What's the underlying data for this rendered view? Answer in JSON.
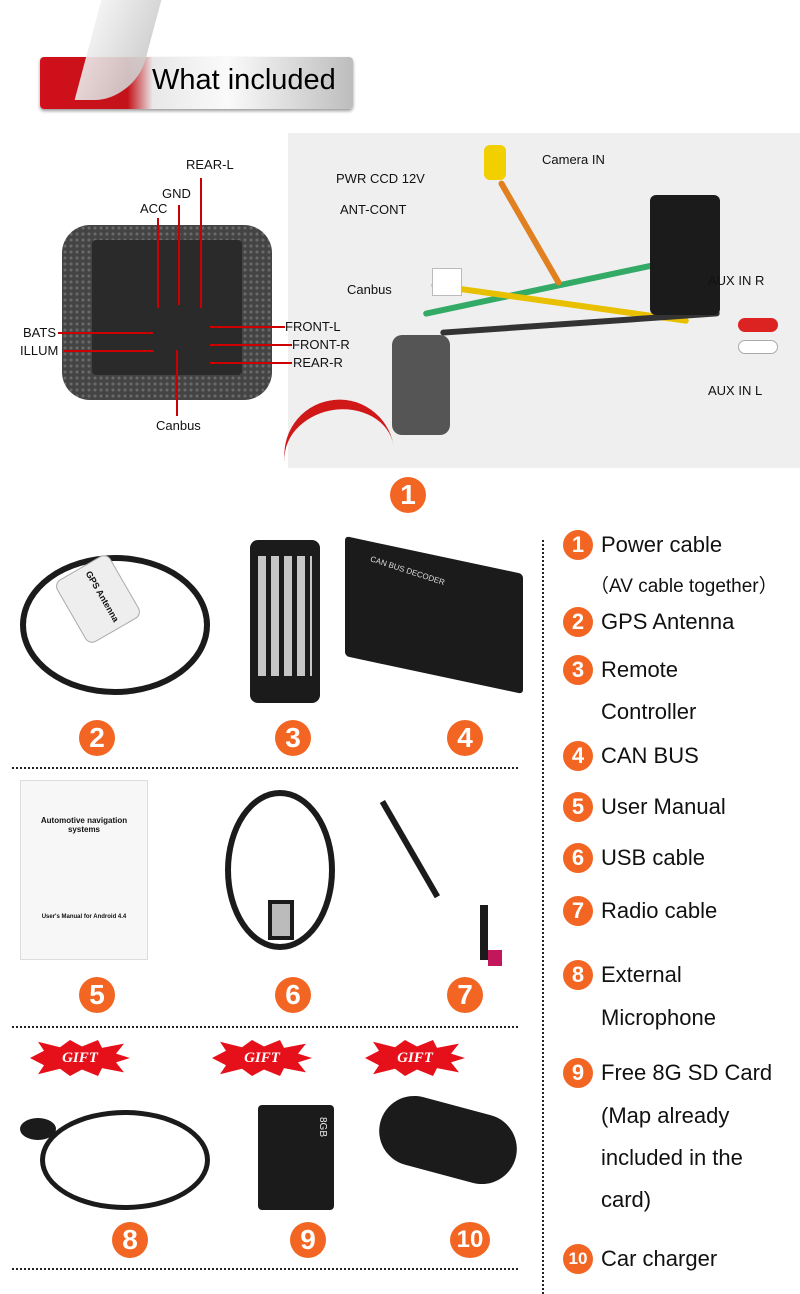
{
  "header": {
    "title": "What included"
  },
  "connector_labels": {
    "rear_l": "REAR-L",
    "gnd": "GND",
    "acc": "ACC",
    "bats": "BATS",
    "illum": "ILLUM",
    "front_l": "FRONT-L",
    "front_r": "FRONT-R",
    "rear_r": "REAR-R",
    "canbus": "Canbus"
  },
  "harness_labels": {
    "pwr_ccd": "PWR CCD 12V",
    "camera_in": "Camera IN",
    "ant_cont": "ANT-CONT",
    "canbus": "Canbus",
    "aux_in_r": "AUX IN R",
    "aux_in_l": "AUX IN L"
  },
  "product_texts": {
    "gps_label": "GPS Antenna",
    "canbus_box": "CAN BUS DECODER",
    "manual_title": "Automotive navigation systems",
    "manual_sub": "User's Manual for Android 4.4",
    "sd_size": "8GB"
  },
  "gift_label": "GIFT",
  "numbers": [
    "1",
    "2",
    "3",
    "4",
    "5",
    "6",
    "7",
    "8",
    "9",
    "10"
  ],
  "list": [
    {
      "n": "1",
      "lines": [
        "Power cable",
        "（AV cable together）"
      ]
    },
    {
      "n": "2",
      "lines": [
        "GPS Antenna"
      ]
    },
    {
      "n": "3",
      "lines": [
        "Remote",
        "Controller"
      ]
    },
    {
      "n": "4",
      "lines": [
        "CAN BUS"
      ]
    },
    {
      "n": "5",
      "lines": [
        "User Manual"
      ]
    },
    {
      "n": "6",
      "lines": [
        "USB cable"
      ]
    },
    {
      "n": "7",
      "lines": [
        "Radio cable"
      ]
    },
    {
      "n": "8",
      "lines": [
        "External",
        "Microphone"
      ]
    },
    {
      "n": "9",
      "lines": [
        "Free 8G SD Card",
        "(Map already",
        "included in the",
        "card)"
      ]
    },
    {
      "n": "10",
      "lines": [
        "Car charger"
      ]
    }
  ],
  "colors": {
    "accent": "#f26522",
    "banner_red": "#d0101a",
    "gift_red": "#e5101a"
  }
}
